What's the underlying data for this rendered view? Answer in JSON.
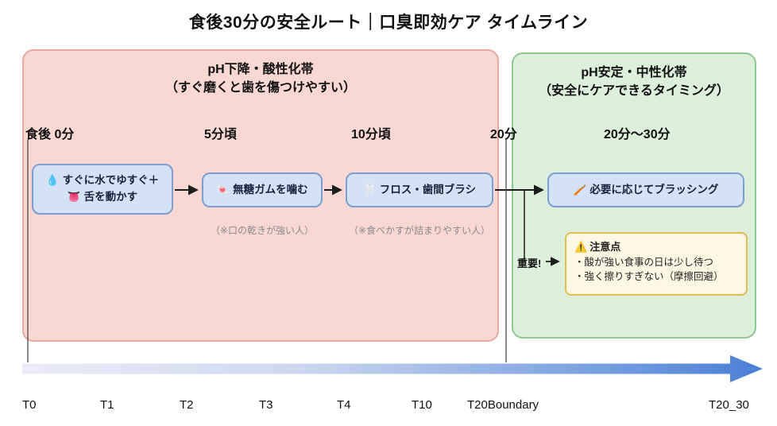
{
  "title": "食後30分の安全ルート｜口臭即効ケア タイムライン",
  "zones": {
    "acid": {
      "title": "pH下降・酸性化帯",
      "subtitle": "（すぐ磨くと歯を傷つけやすい）"
    },
    "neutral": {
      "title": "pH安定・中性化帯",
      "subtitle": "（安全にケアできるタイミング）"
    }
  },
  "time_labels": {
    "t0": "食後 0分",
    "t5": "5分頃",
    "t10": "10分頃",
    "t20": "20分",
    "t20_30": "20分〜30分"
  },
  "steps": {
    "step1": {
      "icon_a": "💧",
      "text_a": "すぐに水でゆすぐ＋",
      "icon_b": "👅",
      "text_b": "舌を動かす"
    },
    "step2": {
      "icon": "🍬",
      "text": "無糖ガムを噛む",
      "note": "（※口の乾きが強い人）"
    },
    "step3": {
      "icon": "🦷",
      "text": "フロス・歯間ブラシ",
      "note": "（※食べかすが詰まりやすい人）"
    },
    "step4": {
      "icon": "🪥",
      "text": "必要に応じてブラッシング"
    }
  },
  "important_label": "重要!",
  "caution": {
    "icon": "⚠️",
    "title": "注意点",
    "items": [
      "・酸が強い食事の日は少し待つ",
      "・強く擦りすぎない（摩擦回避）"
    ]
  },
  "ticks": [
    "T0",
    "T1",
    "T2",
    "T3",
    "T4",
    "T10",
    "T20Boundary",
    "T20_30"
  ],
  "colors": {
    "acid_zone_fill": "#f9d8d4",
    "acid_zone_border": "#e8a9a0",
    "neutral_zone_fill": "#dcefdb",
    "neutral_zone_border": "#8fc98f",
    "step_fill": "#d3e2f5",
    "step_border": "#7d9ed2",
    "caution_fill": "#fdf8e3",
    "caution_border": "#e4bd52",
    "timeline_gradient_start": "#edecf8",
    "timeline_gradient_end": "#4a7fd6"
  }
}
